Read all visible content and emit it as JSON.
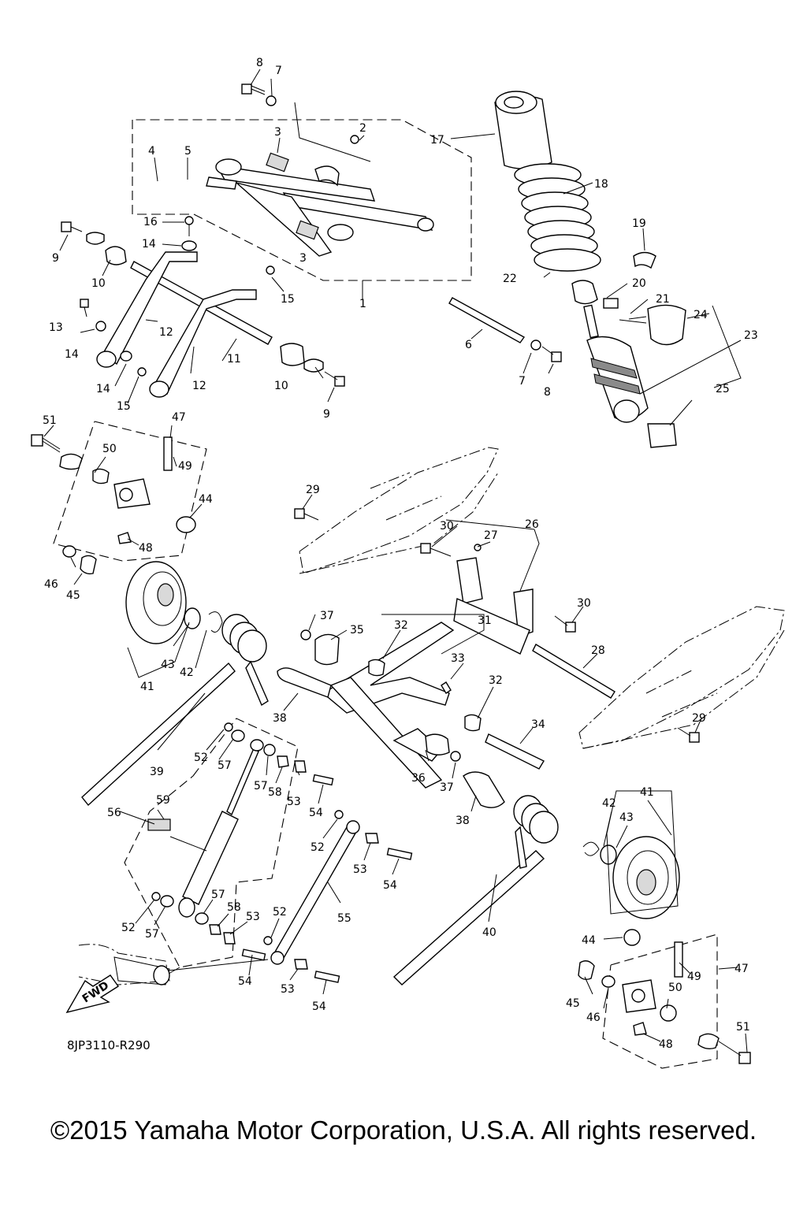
{
  "diagram": {
    "code": "8JP3110-R290",
    "fwd_label": "FWD",
    "copyright": "©2015 Yamaha Motor Corporation, U.S.A. All rights reserved."
  },
  "callouts": [
    "1",
    "2",
    "3",
    "3",
    "4",
    "5",
    "6",
    "7",
    "7",
    "8",
    "8",
    "9",
    "9",
    "10",
    "10",
    "11",
    "12",
    "12",
    "13",
    "14",
    "14",
    "14",
    "15",
    "15",
    "16",
    "17",
    "18",
    "19",
    "20",
    "21",
    "22",
    "23",
    "24",
    "25",
    "26",
    "27",
    "28",
    "29",
    "29",
    "30",
    "30",
    "31",
    "32",
    "32",
    "33",
    "34",
    "35",
    "36",
    "37",
    "37",
    "38",
    "38",
    "39",
    "40",
    "41",
    "41",
    "42",
    "42",
    "43",
    "43",
    "44",
    "44",
    "45",
    "45",
    "46",
    "46",
    "47",
    "47",
    "48",
    "48",
    "49",
    "49",
    "50",
    "50",
    "51",
    "51",
    "52",
    "52",
    "52",
    "52",
    "53",
    "53",
    "53",
    "53",
    "54",
    "54",
    "54",
    "54",
    "55",
    "56",
    "57",
    "57",
    "57",
    "57",
    "58",
    "58",
    "59"
  ]
}
